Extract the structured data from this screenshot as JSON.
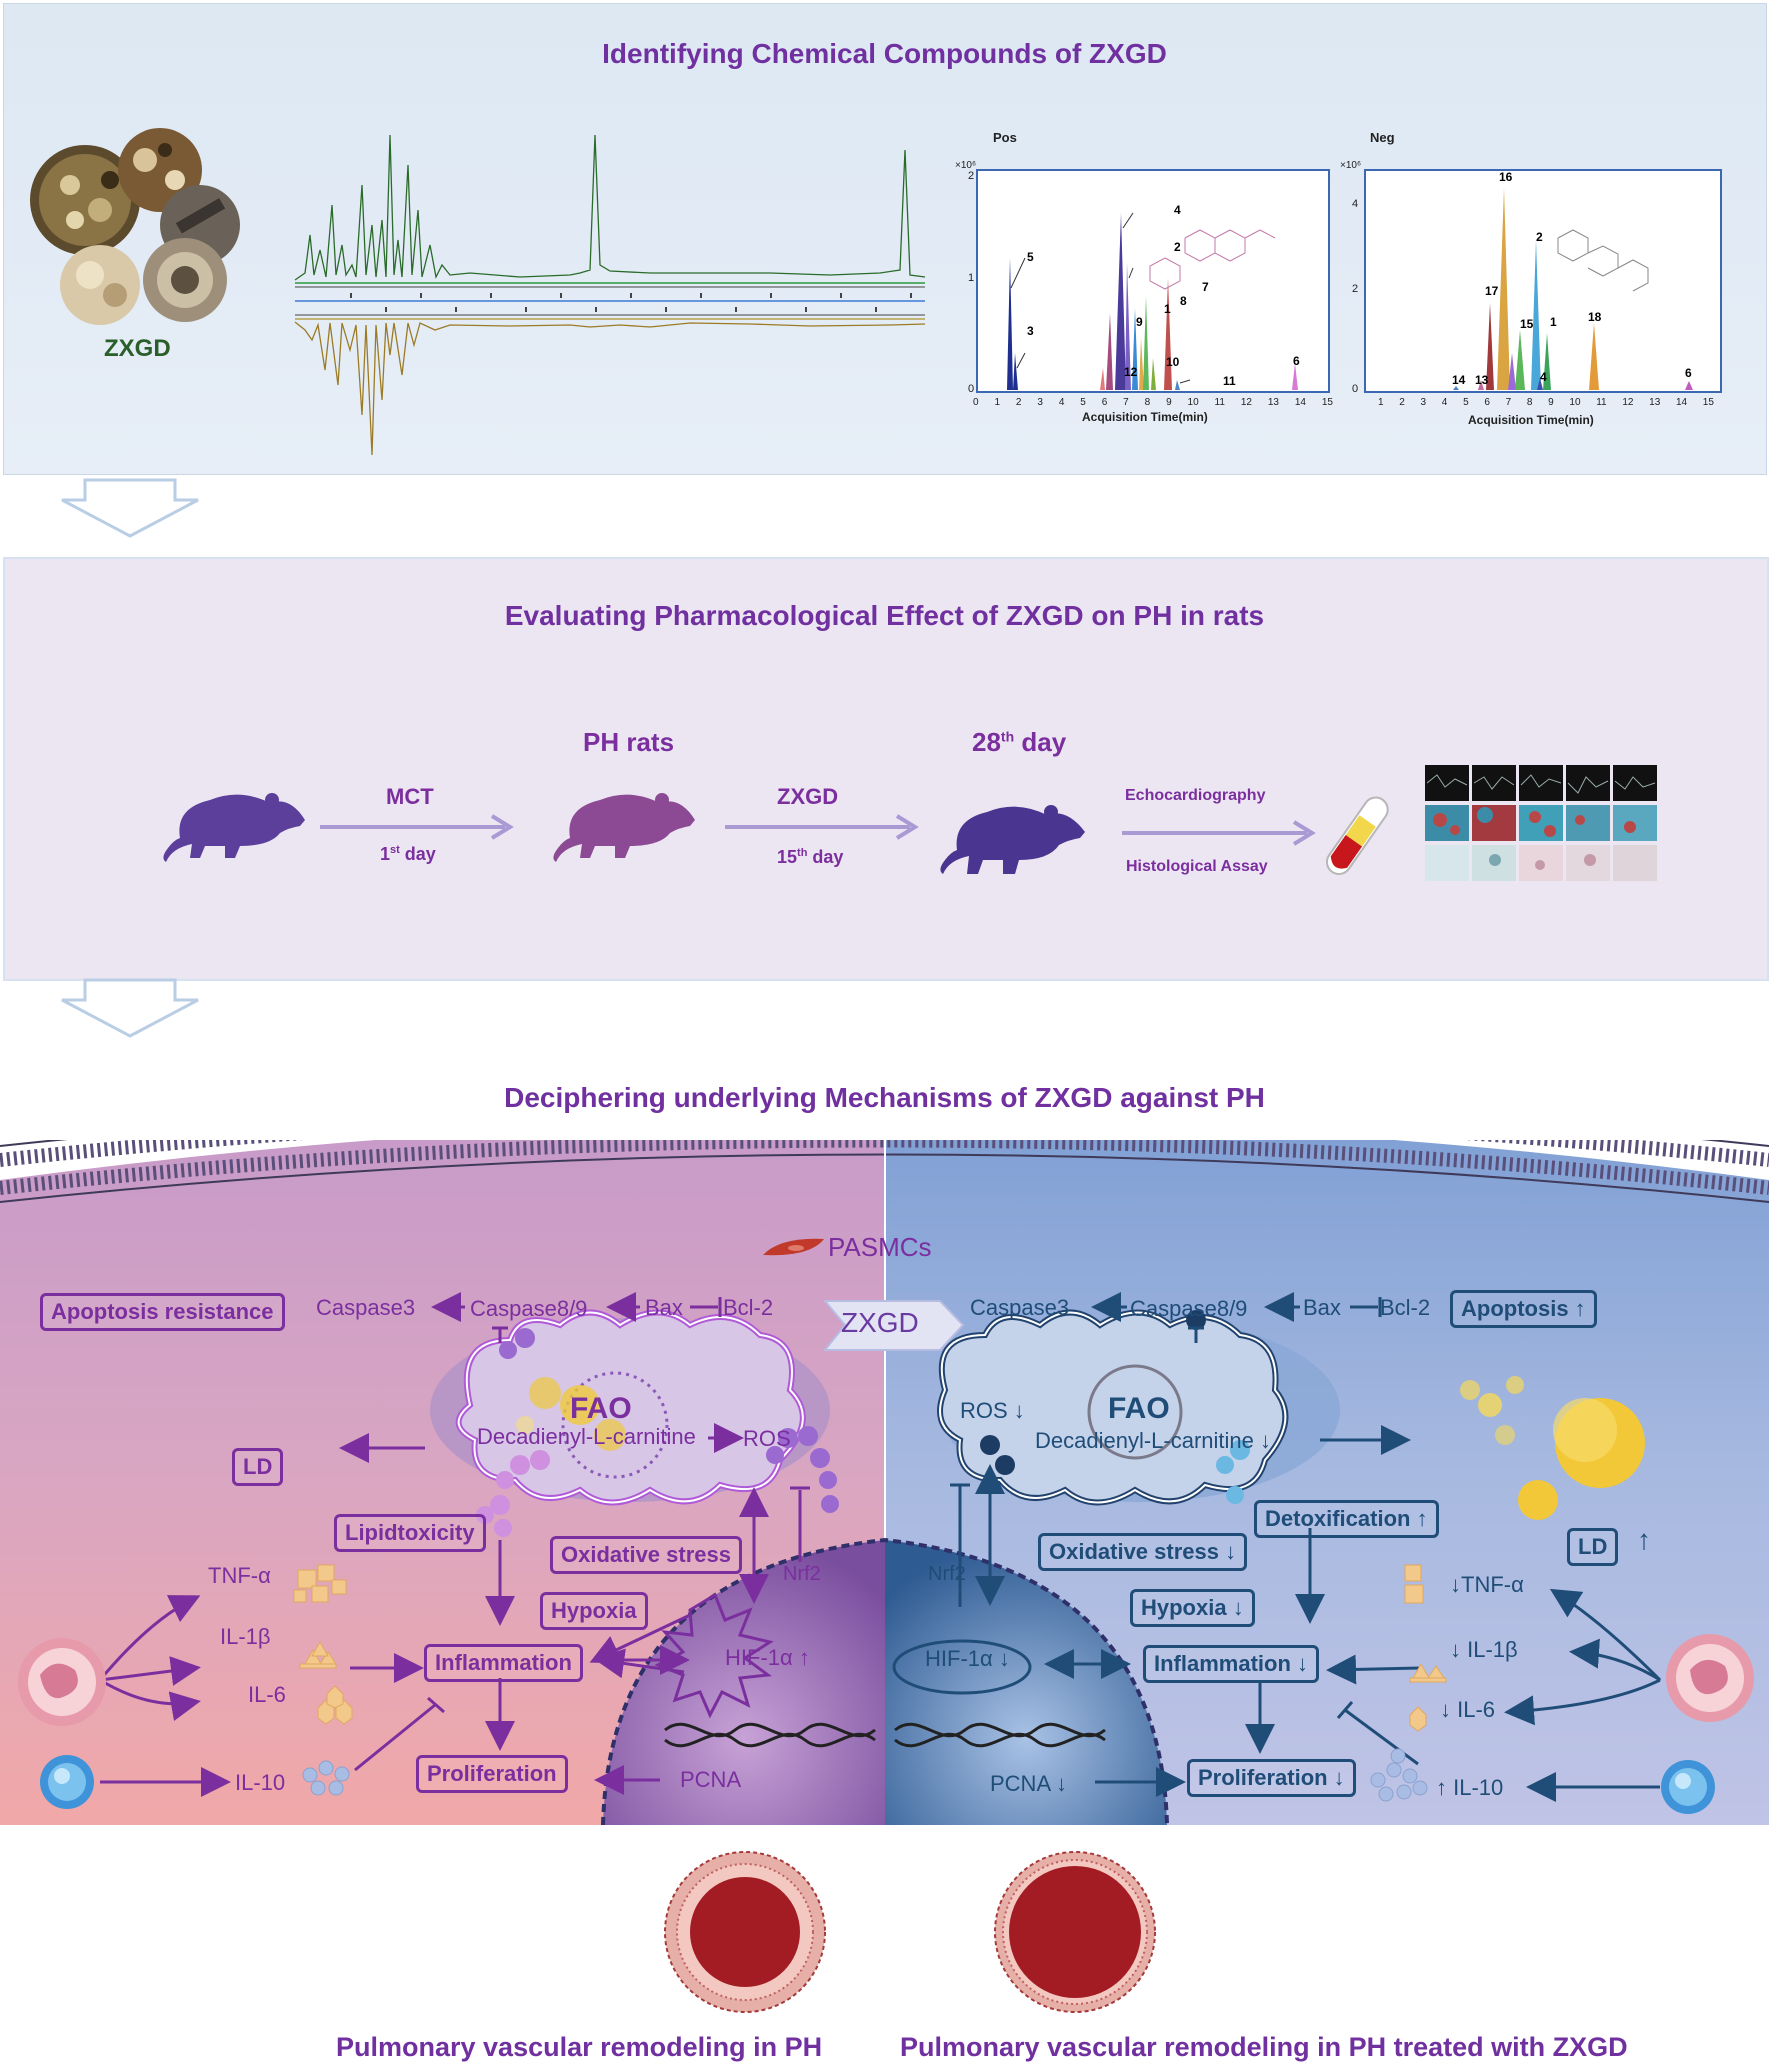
{
  "section1": {
    "title": "Identifying Chemical Compounds of ZXGD",
    "herb_label": "ZXGD",
    "pos": {
      "title": "Pos",
      "exp": "×10⁶",
      "y_ticks": [
        "2",
        "1",
        "0"
      ],
      "x_ticks": [
        "0",
        "1",
        "2",
        "3",
        "4",
        "5",
        "6",
        "7",
        "8",
        "9",
        "10",
        "11",
        "12",
        "13",
        "14",
        "15"
      ],
      "xlabel": "Acquisition Time(min)",
      "peaks": [
        "5",
        "3",
        "4",
        "2",
        "9",
        "1",
        "8",
        "7",
        "12",
        "10",
        "11",
        "6"
      ]
    },
    "neg": {
      "title": "Neg",
      "exp": "×10⁶",
      "y_ticks": [
        "4",
        "2",
        "0"
      ],
      "x_ticks": [
        "1",
        "2",
        "3",
        "4",
        "5",
        "6",
        "7",
        "8",
        "9",
        "10",
        "11",
        "12",
        "13",
        "14",
        "15"
      ],
      "xlabel": "Acquisition Time(min)",
      "peaks": [
        "16",
        "2",
        "17",
        "15",
        "1",
        "18",
        "14",
        "13",
        "4",
        "6"
      ]
    }
  },
  "section2": {
    "title": "Evaluating Pharmacological Effect of ZXGD on PH  in rats",
    "stage1_top": "MCT",
    "stage1_bottom_num": "1",
    "stage1_bottom_sup": "st",
    "stage1_bottom_rest": " day",
    "ph_rats": "PH rats",
    "stage2_top": "ZXGD",
    "stage2_bottom_num": "15",
    "stage2_bottom_sup": "th",
    "stage2_bottom_rest": " day",
    "day28_num": "28",
    "day28_sup": "th",
    "day28_rest": " day",
    "assay_top": "Echocardiography",
    "assay_bottom": "Histological Assay"
  },
  "section3": {
    "title": "Deciphering underlying Mechanisms of ZXGD against PH",
    "pasmcs": "PASMCs",
    "zxgd": "ZXGD",
    "left": {
      "apoptosis": "Apoptosis resistance",
      "caspase3": "Caspase3",
      "caspase89": "Caspase8/9",
      "bax": "Bax",
      "bcl2": "Bcl-2",
      "fao": "FAO",
      "decadienyl": "Decadienyl-L-carnitine",
      "ros": "ROS",
      "ld": "LD",
      "lipidtoxicity": "Lipidtoxicity",
      "oxidative": "Oxidative stress",
      "hypoxia": "Hypoxia",
      "nrf2": "Nrf2",
      "hif": "HIF-1α ↑",
      "inflammation": "Inflammation",
      "proliferation": "Proliferation",
      "pcna": "PCNA",
      "tnf": "TNF-α",
      "il1b": "IL-1β",
      "il6": "IL-6",
      "il10": "IL-10"
    },
    "right": {
      "apoptosis": "Apoptosis ↑",
      "caspase3": "Caspase3",
      "caspase89": "Caspase8/9",
      "bax": "Bax",
      "bcl2": "Bcl-2",
      "fao": "FAO",
      "decadienyl": "Decadienyl-L-carnitine ↓",
      "ros": "ROS ↓",
      "ld": "LD",
      "ld_arrow": "↑",
      "detox": "Detoxification ↑",
      "oxidative": "Oxidative stress ↓",
      "hypoxia": "Hypoxia ↓",
      "nrf2": "Nrf2",
      "hif": "HIF-1α ↓",
      "inflammation": "Inflammation ↓",
      "proliferation": "Proliferation ↓",
      "pcna": "PCNA ↓",
      "tnf": "↓TNF-α",
      "il1b": "↓ IL-1β",
      "il6": "↓ IL-6",
      "il10": "↑ IL-10"
    },
    "caption_left": "Pulmonary vascular remodeling in PH",
    "caption_right": "Pulmonary vascular remodeling in PH treated with ZXGD"
  },
  "colors": {
    "purple": "#7b2f9f",
    "dark_blue": "#1f4d78",
    "title_purple": "#7030a0",
    "vessel_red": "#a31c24"
  }
}
